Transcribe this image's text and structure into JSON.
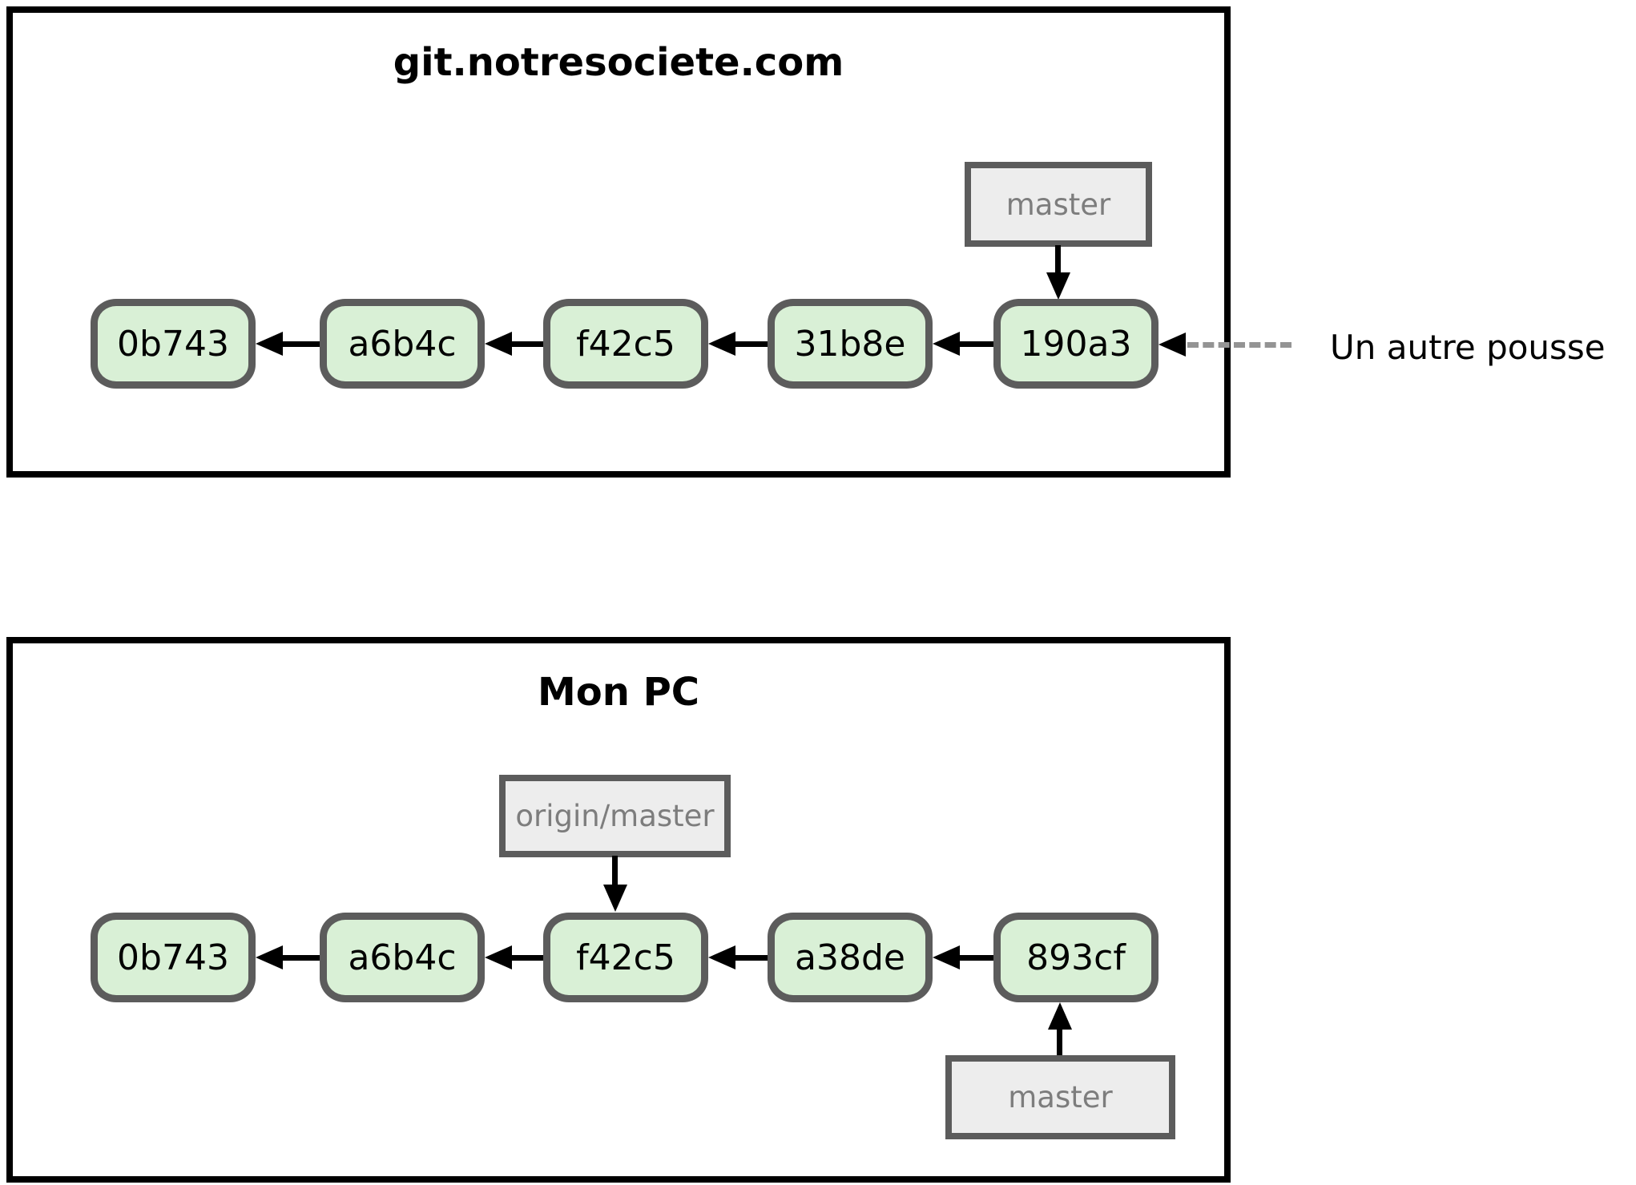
{
  "diagram": {
    "annotation_label": "Un autre pousse",
    "remote": {
      "title": "git.notresociete.com",
      "branch_label": "master",
      "commits": [
        "0b743",
        "a6b4c",
        "f42c5",
        "31b8e",
        "190a3"
      ]
    },
    "local": {
      "title": "Mon PC",
      "remote_tracking_label": "origin/master",
      "branch_label": "master",
      "commits": [
        "0b743",
        "a6b4c",
        "f42c5",
        "a38de",
        "893cf"
      ]
    },
    "colors": {
      "commit_fill": "#d9f0d6",
      "commit_border": "#5c5c5c",
      "ref_fill": "#ededed",
      "ref_border": "#5c5c5c",
      "ref_text": "#7d7d7d",
      "repo_box_border": "#000000",
      "arrow": "#000000",
      "dashed_arrow": "#949494"
    }
  }
}
